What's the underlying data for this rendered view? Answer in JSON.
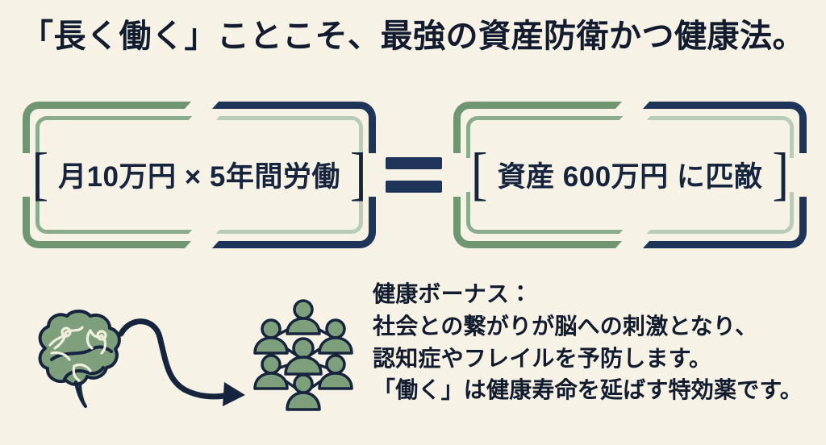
{
  "theme": {
    "background": "#f6f2e6",
    "navy": "#1e3459",
    "navy_text": "#121c2e",
    "green": "#6f9671",
    "green_light": "#8aab8c",
    "green_pale": "#b9ccba"
  },
  "title": "「長く働く」ことこそ、最強の資産防衛かつ健康法。",
  "equation": {
    "left_box": {
      "open_bracket": "[",
      "text": "月10万円 × 5年間労働",
      "close_bracket": "]"
    },
    "operator": "=",
    "right_box": {
      "open_bracket": "[",
      "text": "資産 600万円 に匹敵",
      "close_bracket": "]"
    }
  },
  "illustration": {
    "brain_icon": "brain-icon",
    "arrow_icon": "curved-arrow-icon",
    "people_network_icon": "people-network-icon"
  },
  "bonus": {
    "heading": "健康ボーナス：",
    "lines": [
      "社会との繋がりが脳への刺激となり、",
      "認知症やフレイルを予防します。",
      "「働く」は健康寿命を延ばす特効薬です。"
    ]
  }
}
